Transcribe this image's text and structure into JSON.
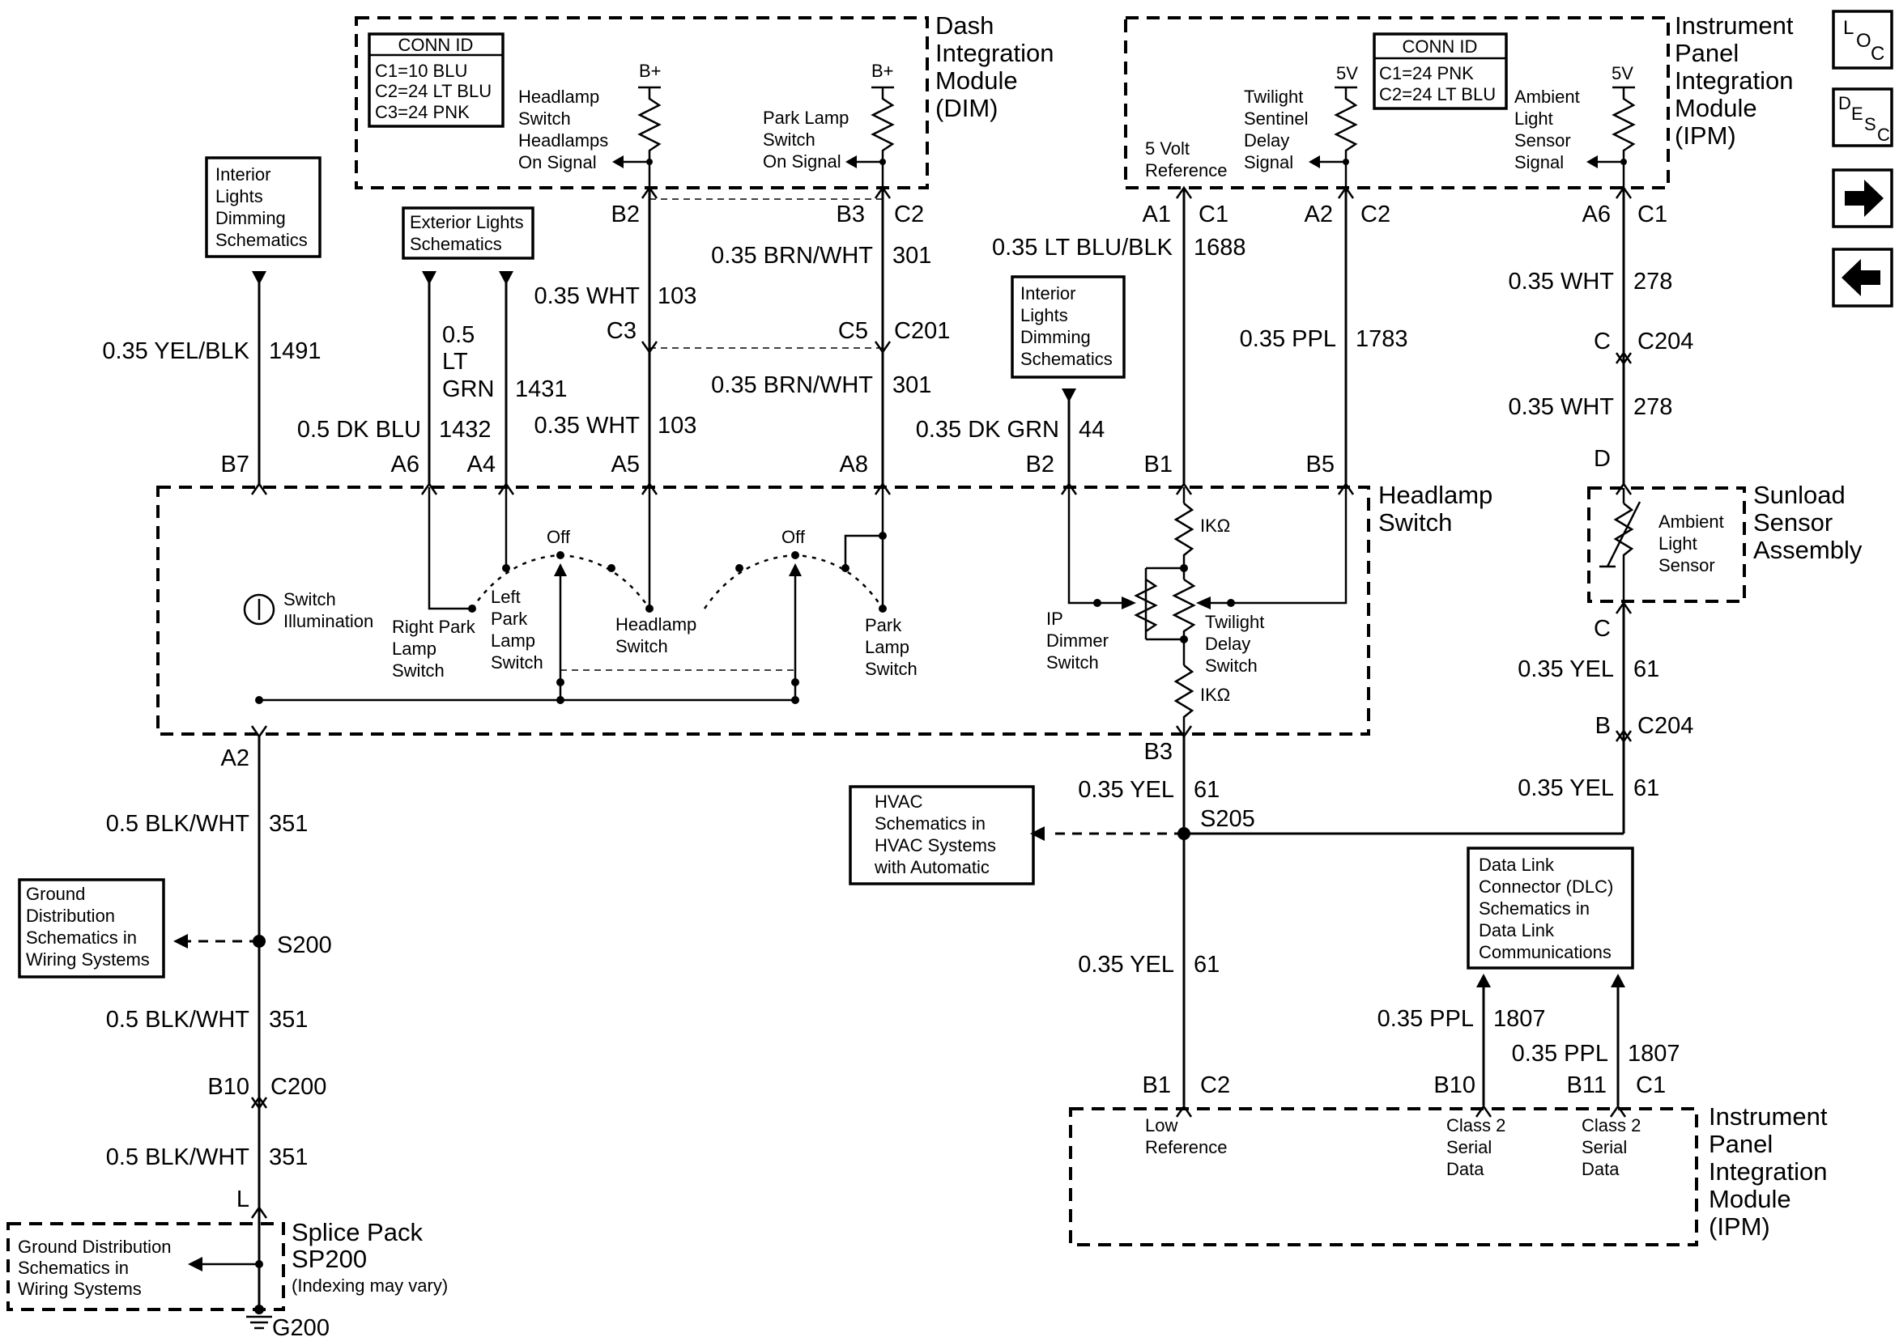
{
  "modules": {
    "dim": [
      "Dash",
      "Integration",
      "Module",
      "(DIM)"
    ],
    "ipm_top": [
      "Instrument",
      "Panel",
      "Integration",
      "Module",
      "(IPM)"
    ],
    "ipm_bottom": [
      "Instrument",
      "Panel",
      "Integration",
      "Module",
      "(IPM)"
    ],
    "headlamp_switch": [
      "Headlamp",
      "Switch"
    ],
    "sunload": [
      "Sunload",
      "Sensor",
      "Assembly"
    ],
    "splice_pack": [
      "Splice Pack",
      "SP200",
      "(Indexing may vary)"
    ]
  },
  "conn_id": {
    "dim": {
      "title": "CONN ID",
      "lines": [
        "C1=10 BLU",
        "C2=24 LT BLU",
        "C3=24 PNK"
      ]
    },
    "ipm": {
      "title": "CONN ID",
      "lines": [
        "C1=24 PNK",
        "C2=24 LT BLU"
      ]
    }
  },
  "refs": {
    "interior_lights_left": [
      "Interior",
      "Lights",
      "Dimming",
      "Schematics"
    ],
    "exterior_lights": [
      "Exterior Lights",
      "Schematics"
    ],
    "interior_lights_mid": [
      "Interior",
      "Lights",
      "Dimming",
      "Schematics"
    ],
    "hvac": [
      "HVAC",
      "Schematics in",
      "HVAC Systems",
      "with Automatic"
    ],
    "dlc": [
      "Data Link",
      "Connector (DLC)",
      "Schematics in",
      "Data Link",
      "Communications"
    ],
    "ground_dist": [
      "Ground",
      "Distribution",
      "Schematics in",
      "Wiring Systems"
    ],
    "ground_dist_sp": [
      "Ground Distribution",
      "Schematics in",
      "Wiring Systems"
    ]
  },
  "signals": {
    "headlamps_on": [
      "Headlamp",
      "Switch",
      "Headlamps",
      "On Signal"
    ],
    "park_lamp": [
      "Park Lamp",
      "Switch",
      "On Signal"
    ],
    "five_volt": [
      "5 Volt",
      "Reference"
    ],
    "twilight_sentinel": [
      "Twilight",
      "Sentinel",
      "Delay",
      "Signal"
    ],
    "ambient_light": [
      "Ambient",
      "Light",
      "Sensor",
      "Signal"
    ],
    "low_reference": [
      "Low",
      "Reference"
    ],
    "class2_a": [
      "Class 2",
      "Serial",
      "Data"
    ],
    "class2_b": [
      "Class 2",
      "Serial",
      "Data"
    ]
  },
  "supplies": {
    "bplus": "B+",
    "fivev": "5V"
  },
  "components": {
    "switch_illum": [
      "Switch",
      "Illumination"
    ],
    "right_park": [
      "Right Park",
      "Lamp",
      "Switch"
    ],
    "left_park": [
      "Left",
      "Park",
      "Lamp",
      "Switch"
    ],
    "headlamp_sw": [
      "Headlamp",
      "Switch"
    ],
    "park_lamp_sw": [
      "Park",
      "Lamp",
      "Switch"
    ],
    "off": "Off",
    "ip_dimmer": [
      "IP",
      "Dimmer",
      "Switch"
    ],
    "twilight_sw": [
      "Twilight",
      "Delay",
      "Switch"
    ],
    "ik_ohm": "IKΩ",
    "ambient_sensor": [
      "Ambient",
      "Light",
      "Sensor"
    ]
  },
  "wires": {
    "w1491": {
      "gauge": "0.35 YEL/BLK",
      "circuit": "1491"
    },
    "w1432": {
      "gauge": "0.5 DK BLU",
      "circuit": "1432"
    },
    "w1431": {
      "gauge": [
        "0.5",
        "LT",
        "GRN"
      ],
      "circuit": "1431"
    },
    "w103a": {
      "gauge": "0.35 WHT",
      "circuit": "103"
    },
    "w103b": {
      "gauge": "0.35 WHT",
      "circuit": "103"
    },
    "w301a": {
      "gauge": "0.35 BRN/WHT",
      "circuit": "301"
    },
    "w301b": {
      "gauge": "0.35 BRN/WHT",
      "circuit": "301"
    },
    "w44": {
      "gauge": "0.35 DK GRN",
      "circuit": "44"
    },
    "w1688": {
      "gauge": "0.35 LT BLU/BLK",
      "circuit": "1688"
    },
    "w1783": {
      "gauge": "0.35 PPL",
      "circuit": "1783"
    },
    "w278a": {
      "gauge": "0.35 WHT",
      "circuit": "278"
    },
    "w278b": {
      "gauge": "0.35 WHT",
      "circuit": "278"
    },
    "w61a": {
      "gauge": "0.35 YEL",
      "circuit": "61"
    },
    "w61b": {
      "gauge": "0.35 YEL",
      "circuit": "61"
    },
    "w61c": {
      "gauge": "0.35 YEL",
      "circuit": "61"
    },
    "w61d": {
      "gauge": "0.35 YEL",
      "circuit": "61"
    },
    "w351a": {
      "gauge": "0.5 BLK/WHT",
      "circuit": "351"
    },
    "w351b": {
      "gauge": "0.5 BLK/WHT",
      "circuit": "351"
    },
    "w351c": {
      "gauge": "0.5 BLK/WHT",
      "circuit": "351"
    },
    "w1807a": {
      "gauge": "0.35 PPL",
      "circuit": "1807"
    },
    "w1807b": {
      "gauge": "0.35 PPL",
      "circuit": "1807"
    }
  },
  "pins": {
    "b2_dim": "B2",
    "b3_dim": "B3",
    "c2_dim": "C2",
    "c3": "C3",
    "c5": "C5",
    "c201": "C201",
    "a1": "A1",
    "c1_ipm": "C1",
    "a2_ipm": "A2",
    "c2_ipm": "C2",
    "a6_ipm": "A6",
    "c1b_ipm": "C1",
    "c_c204": "C",
    "c204a": "C204",
    "d_sun": "D",
    "c_sun": "C",
    "b_c204": "B",
    "c204b": "C204",
    "b7": "B7",
    "a6": "A6",
    "a4": "A4",
    "a5": "A5",
    "a8": "A8",
    "b2_hs": "B2",
    "b1_hs": "B1",
    "b5": "B5",
    "a2_hs": "A2",
    "b3_hs": "B3",
    "s205": "S205",
    "s200": "S200",
    "b10": "B10",
    "c200": "C200",
    "l": "L",
    "g200": "G200",
    "b1_ipm": "B1",
    "c2_ipmb": "C2",
    "b10_ipm": "B10",
    "b11": "B11",
    "c1_ipmb": "C1"
  },
  "nav": {
    "loc": [
      "L",
      "O",
      "C"
    ],
    "desc": [
      "D",
      "E",
      "S",
      "C"
    ]
  }
}
